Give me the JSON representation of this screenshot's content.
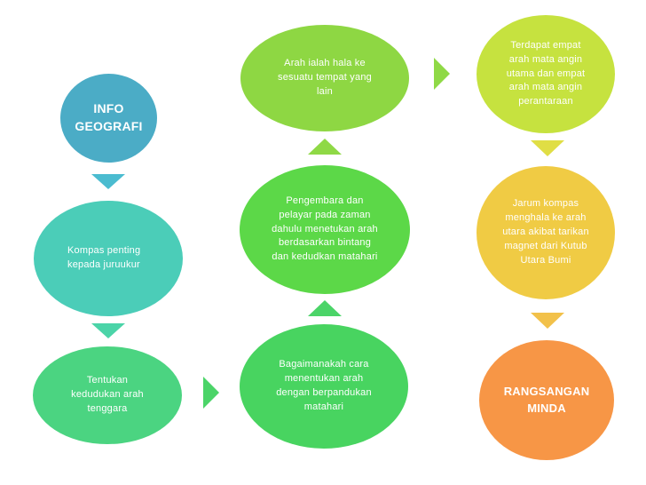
{
  "nodes": {
    "info_geografi": {
      "text": "INFO\nGEOGRAFI",
      "color": "#4bacc6"
    },
    "kompas_penting": {
      "text": "Kompas penting\nkepada juruukur",
      "color": "#4bcdb8"
    },
    "tentukan": {
      "text": "Tentukan\nkedudukan arah\ntenggara",
      "color": "#4bd481"
    },
    "bagaimanakah": {
      "text": "Bagaimanakah cara\nmenentukan  arah\ndengan berpandukan\nmatahari",
      "color": "#48d460"
    },
    "pengembara": {
      "text": "Pengembara dan\npelayar pada zaman\ndahulu menetukan arah\nberdasarkan bintang\ndan kedudkan matahari",
      "color": "#5cd848"
    },
    "arah_ialah": {
      "text": "Arah ialah hala  ke\nsesuatu tempat  yang\nlain",
      "color": "#8ed743"
    },
    "terdapat": {
      "text": "Terdapat empat\narah mata angin\nutama dan empat\narah mata angin\nperantaraan",
      "color": "#c6e23f"
    },
    "jarum_kompas": {
      "text": "Jarum kompas\nmenghala ke arah\nutara akibat tarikan\nmagnet dari Kutub\nUtara Bumi",
      "color": "#f0cb44"
    },
    "rangsangan": {
      "text": "RANGSANGAN\nMINDA",
      "color": "#f79646"
    }
  },
  "arrow_colors": {
    "teal": "#4bbcd0",
    "mint": "#4bd4a8",
    "green": "#4bd468",
    "lime": "#8fd946",
    "yellow": "#e0de45",
    "gold": "#f2c14a"
  }
}
